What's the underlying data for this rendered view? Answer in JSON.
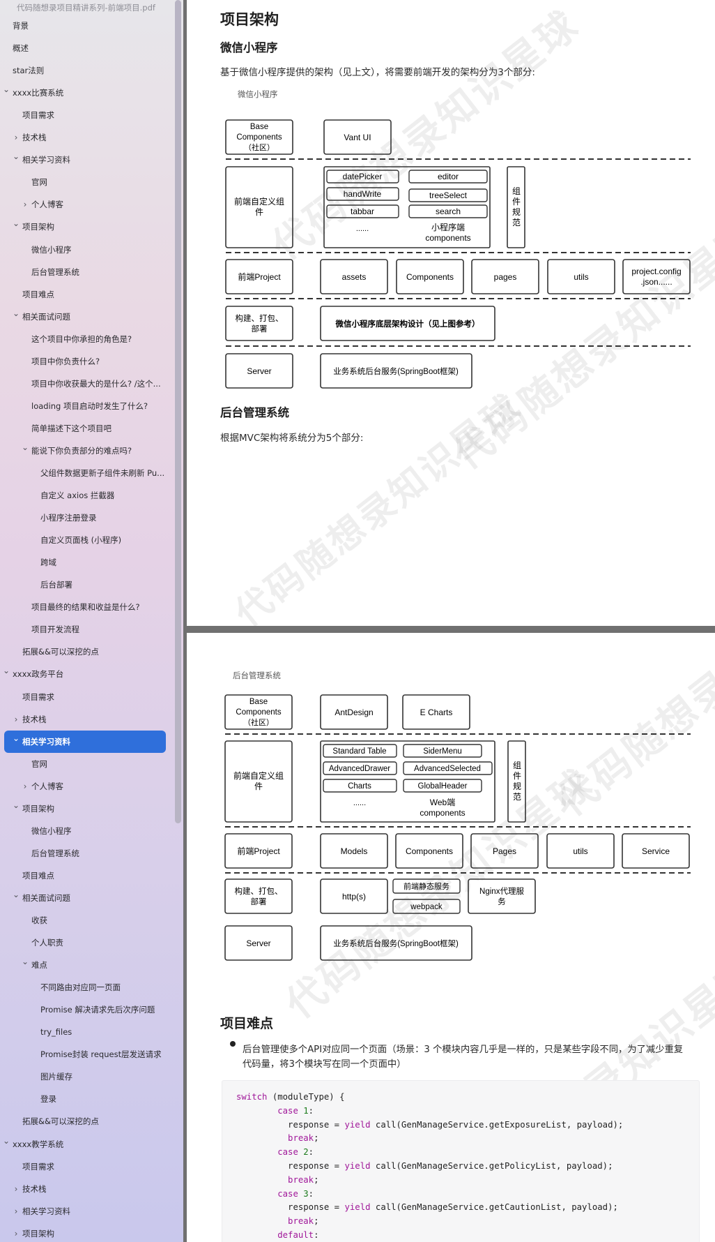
{
  "app": {
    "file_title": "代码随想录项目精讲系列-前端项目.pdf"
  },
  "sidebar": {
    "items": [
      {
        "label": "背景",
        "depth": 0,
        "chevron": "none"
      },
      {
        "label": "概述",
        "depth": 0,
        "chevron": "none"
      },
      {
        "label": "star法则",
        "depth": 0,
        "chevron": "none"
      },
      {
        "label": "xxxx比赛系统",
        "depth": 0,
        "chevron": "down"
      },
      {
        "label": "项目需求",
        "depth": 1,
        "chevron": "none"
      },
      {
        "label": "技术栈",
        "depth": 1,
        "chevron": "right"
      },
      {
        "label": "相关学习资料",
        "depth": 1,
        "chevron": "down"
      },
      {
        "label": "官网",
        "depth": 2,
        "chevron": "none"
      },
      {
        "label": "个人博客",
        "depth": 2,
        "chevron": "right"
      },
      {
        "label": "项目架构",
        "depth": 1,
        "chevron": "down"
      },
      {
        "label": "微信小程序",
        "depth": 2,
        "chevron": "none"
      },
      {
        "label": "后台管理系统",
        "depth": 2,
        "chevron": "none"
      },
      {
        "label": "项目难点",
        "depth": 1,
        "chevron": "none"
      },
      {
        "label": "相关面试问题",
        "depth": 1,
        "chevron": "down"
      },
      {
        "label": "这个项目中你承担的角色是?",
        "depth": 2,
        "chevron": "none"
      },
      {
        "label": "项目中你负责什么?",
        "depth": 2,
        "chevron": "none"
      },
      {
        "label": "项目中你收获最大的是什么? /这个...",
        "depth": 2,
        "chevron": "none"
      },
      {
        "label": "loading 项目启动时发生了什么?",
        "depth": 2,
        "chevron": "none"
      },
      {
        "label": "简单描述下这个项目吧",
        "depth": 2,
        "chevron": "none"
      },
      {
        "label": "能说下你负责部分的难点吗?",
        "depth": 2,
        "chevron": "down"
      },
      {
        "label": "父组件数据更新子组件未刷新 Pu...",
        "depth": 3,
        "chevron": "none"
      },
      {
        "label": "自定义 axios 拦截器",
        "depth": 3,
        "chevron": "none"
      },
      {
        "label": "小程序注册登录",
        "depth": 3,
        "chevron": "none"
      },
      {
        "label": "自定义页面栈 (小程序)",
        "depth": 3,
        "chevron": "none"
      },
      {
        "label": "跨域",
        "depth": 3,
        "chevron": "none"
      },
      {
        "label": "后台部署",
        "depth": 3,
        "chevron": "none"
      },
      {
        "label": "项目最终的结果和收益是什么?",
        "depth": 2,
        "chevron": "none"
      },
      {
        "label": "项目开发流程",
        "depth": 2,
        "chevron": "none"
      },
      {
        "label": "拓展&&可以深挖的点",
        "depth": 1,
        "chevron": "none"
      },
      {
        "label": "xxxx政务平台",
        "depth": 0,
        "chevron": "down"
      },
      {
        "label": "项目需求",
        "depth": 1,
        "chevron": "none"
      },
      {
        "label": "技术栈",
        "depth": 1,
        "chevron": "right"
      },
      {
        "label": "相关学习资料",
        "depth": 1,
        "chevron": "down",
        "selected": true
      },
      {
        "label": "官网",
        "depth": 2,
        "chevron": "none"
      },
      {
        "label": "个人博客",
        "depth": 2,
        "chevron": "right"
      },
      {
        "label": "项目架构",
        "depth": 1,
        "chevron": "down"
      },
      {
        "label": "微信小程序",
        "depth": 2,
        "chevron": "none"
      },
      {
        "label": "后台管理系统",
        "depth": 2,
        "chevron": "none"
      },
      {
        "label": "项目难点",
        "depth": 1,
        "chevron": "none"
      },
      {
        "label": "相关面试问题",
        "depth": 1,
        "chevron": "down"
      },
      {
        "label": "收获",
        "depth": 2,
        "chevron": "none"
      },
      {
        "label": "个人职责",
        "depth": 2,
        "chevron": "none"
      },
      {
        "label": "难点",
        "depth": 2,
        "chevron": "down"
      },
      {
        "label": "不同路由对应同一页面",
        "depth": 3,
        "chevron": "none"
      },
      {
        "label": "Promise 解决请求先后次序问题",
        "depth": 3,
        "chevron": "none"
      },
      {
        "label": "try_files",
        "depth": 3,
        "chevron": "none"
      },
      {
        "label": "Promise封装 request层发送请求",
        "depth": 3,
        "chevron": "none"
      },
      {
        "label": "图片缓存",
        "depth": 3,
        "chevron": "none"
      },
      {
        "label": "登录",
        "depth": 3,
        "chevron": "none"
      },
      {
        "label": "拓展&&可以深挖的点",
        "depth": 1,
        "chevron": "none"
      },
      {
        "label": "xxxx教学系统",
        "depth": 0,
        "chevron": "down"
      },
      {
        "label": "项目需求",
        "depth": 1,
        "chevron": "none"
      },
      {
        "label": "技术栈",
        "depth": 1,
        "chevron": "right"
      },
      {
        "label": "相关学习资料",
        "depth": 1,
        "chevron": "right"
      },
      {
        "label": "项目架构",
        "depth": 1,
        "chevron": "right"
      }
    ]
  },
  "doc": {
    "h_architecture": "项目架构",
    "h_miniprogram": "微信小程序",
    "p_miniprogram": "基于微信小程序提供的架构（见上文），将需要前端开发的架构分为3个部分:",
    "h_admin": "后台管理系统",
    "p_admin": "根据MVC架构将系统分为5个部分:",
    "h_difficulty": "项目难点",
    "bullet_text_1": "后台管理使多个API对应同一个页面（场景：3 个模块内容几乎是一样的，只是某些字段不同，为了减少重复",
    "bullet_text_2": "代码量，将3个模块写在同一个页面中）",
    "watermark": "代码随想录知识星球",
    "code": {
      "l1_kw": "switch",
      "l1_rest": " (moduleType) {",
      "case_kw": "case",
      "n1": "1",
      "n2": "2",
      "n3": "3",
      "colon": ":",
      "resp": "response = ",
      "yield_kw": "yield",
      "call1": " call(GenManageService.getExposureList, payload);",
      "call2": " call(GenManageService.getPolicyList, payload);",
      "call3": " call(GenManageService.getCautionList, payload);",
      "break_kw": "break",
      "semi": ";",
      "default_kw": "default"
    }
  },
  "diagram1": {
    "caption": "微信小程序",
    "base": [
      "Base",
      "Components",
      "（社区）"
    ],
    "vant": "Vant UI",
    "custom": [
      "前端自定义组",
      "件"
    ],
    "comp_left": [
      "datePicker",
      "handWrite",
      "tabbar",
      "......"
    ],
    "comp_right": [
      "editor",
      "treeSelect",
      "search"
    ],
    "mini_comp": [
      "小程序端",
      "components"
    ],
    "spec": [
      "组",
      "件",
      "规",
      "范"
    ],
    "project": "前端Project",
    "proj_items": [
      "assets",
      "Components",
      "pages",
      "utils"
    ],
    "project_config": [
      "project.config",
      ".json......"
    ],
    "build": [
      "构建、打包、",
      "部署"
    ],
    "build_desc": "微信小程序底层架构设计（见上图参考）",
    "server": "Server",
    "server_desc": "业务系统后台服务(SpringBoot框架)"
  },
  "diagram2": {
    "caption": "后台管理系统",
    "base": [
      "Base",
      "Components",
      "（社区）"
    ],
    "lib1": "AntDesign",
    "lib2": "E Charts",
    "custom": [
      "前端自定义组",
      "件"
    ],
    "comp_left": [
      "Standard Table",
      "AdvancedDrawer",
      "Charts",
      "......"
    ],
    "comp_right": [
      "SiderMenu",
      "AdvancedSelected",
      "GlobalHeader"
    ],
    "web_comp": [
      "Web端",
      "components"
    ],
    "spec": [
      "组",
      "件",
      "规",
      "范"
    ],
    "project": "前端Project",
    "proj_items": [
      "Models",
      "Components",
      "Pages",
      "utils",
      "Service"
    ],
    "build": [
      "构建、打包、",
      "部署"
    ],
    "http": "http(s)",
    "static": "前端静态服务",
    "webpack": "webpack",
    "nginx": [
      "Nginx代理服",
      "务"
    ],
    "server": "Server",
    "server_desc": "业务系统后台服务(SpringBoot框架)"
  }
}
